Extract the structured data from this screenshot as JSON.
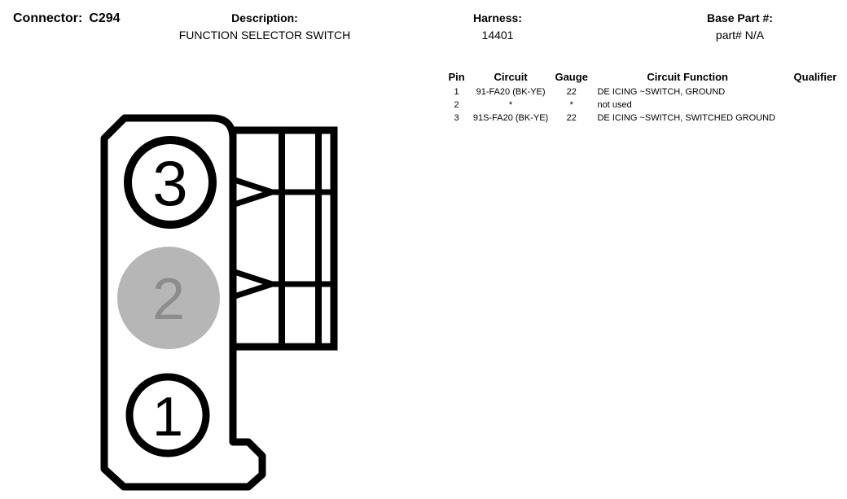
{
  "header": {
    "connector_label": "Connector:",
    "connector_value": "C294",
    "description_label": "Description:",
    "description_value": "FUNCTION SELECTOR SWITCH",
    "harness_label": "Harness:",
    "harness_value": "14401",
    "base_part_label": "Base Part #:",
    "base_part_value": "part# N/A"
  },
  "pin_table": {
    "headers": [
      "Pin",
      "Circuit",
      "Gauge",
      "Circuit Function",
      "Qualifier"
    ],
    "rows": [
      {
        "pin": "1",
        "circuit": "91-FA20 (BK-YE)",
        "gauge": "22",
        "function": "DE ICING ~SWITCH, GROUND",
        "qualifier": ""
      },
      {
        "pin": "2",
        "circuit": "*",
        "gauge": "*",
        "function": "not used",
        "qualifier": ""
      },
      {
        "pin": "3",
        "circuit": "91S-FA20 (BK-YE)",
        "gauge": "22",
        "function": "DE ICING ~SWITCH, SWITCHED GROUND",
        "qualifier": ""
      }
    ]
  },
  "diagram": {
    "pins": [
      {
        "number": "3"
      },
      {
        "number": "2"
      },
      {
        "number": "1"
      }
    ],
    "colors": {
      "outline": "#000000",
      "pin2_fill": "#b6b6b6",
      "pin2_text": "#8c8c8c"
    }
  }
}
